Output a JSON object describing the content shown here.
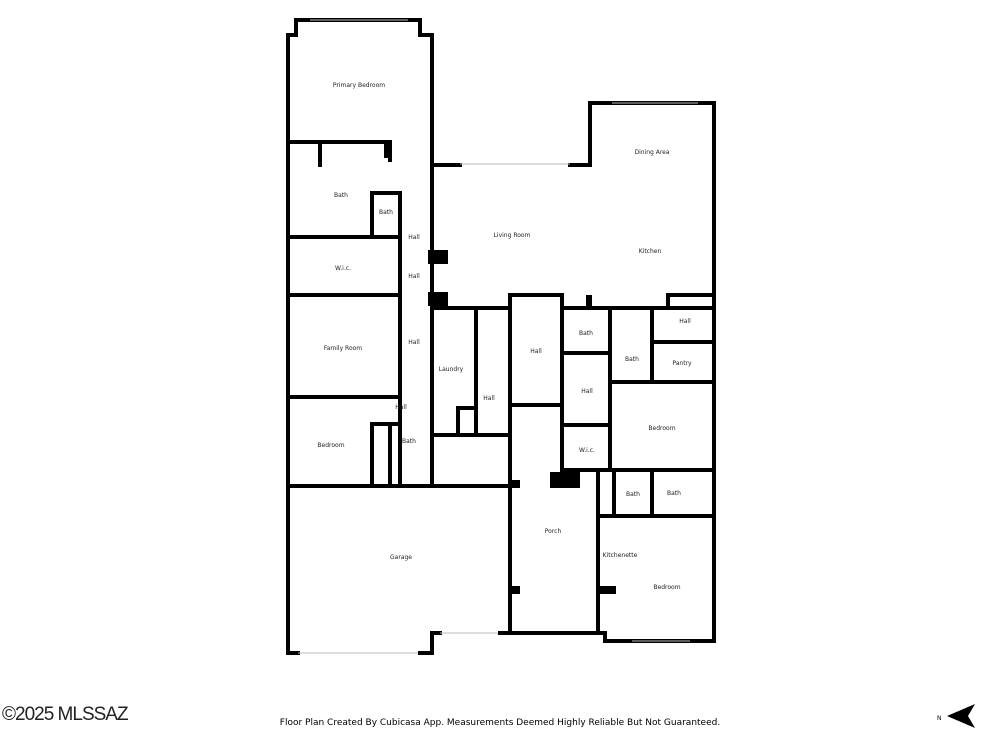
{
  "rooms": {
    "primary_bedroom": "Primary Bedroom",
    "bath_primary": "Bath",
    "bath_small": "Bath",
    "hall_1": "Hall",
    "wic_1": "W.i.c.",
    "hall_2": "Hall",
    "living_room": "Living Room",
    "dining_area": "Dining Area",
    "kitchen": "Kitchen",
    "family_room": "Family Room",
    "hall_3": "Hall",
    "laundry": "Laundry",
    "hall_4": "Hall",
    "hall_5": "Hall",
    "bedroom_1": "Bedroom",
    "bath_2": "Bath",
    "hall_6": "Hall",
    "bath_3": "Bath",
    "hall_7": "Hall",
    "bath_4": "Bath",
    "pantry": "Pantry",
    "hall_8": "Hall",
    "bedroom_2": "Bedroom",
    "wic_2": "W.i.c.",
    "bath_5": "Bath",
    "bath_6": "Bath",
    "garage": "Garage",
    "porch": "Porch",
    "kitchenette": "Kitchenette",
    "bedroom_3": "Bedroom"
  },
  "footer": {
    "copyright": "©2025 MLSSAZ",
    "disclaimer": "Floor Plan Created By Cubicasa App. Measurements Deemed Highly Reliable But Not Guaranteed.",
    "north_label": "N"
  }
}
